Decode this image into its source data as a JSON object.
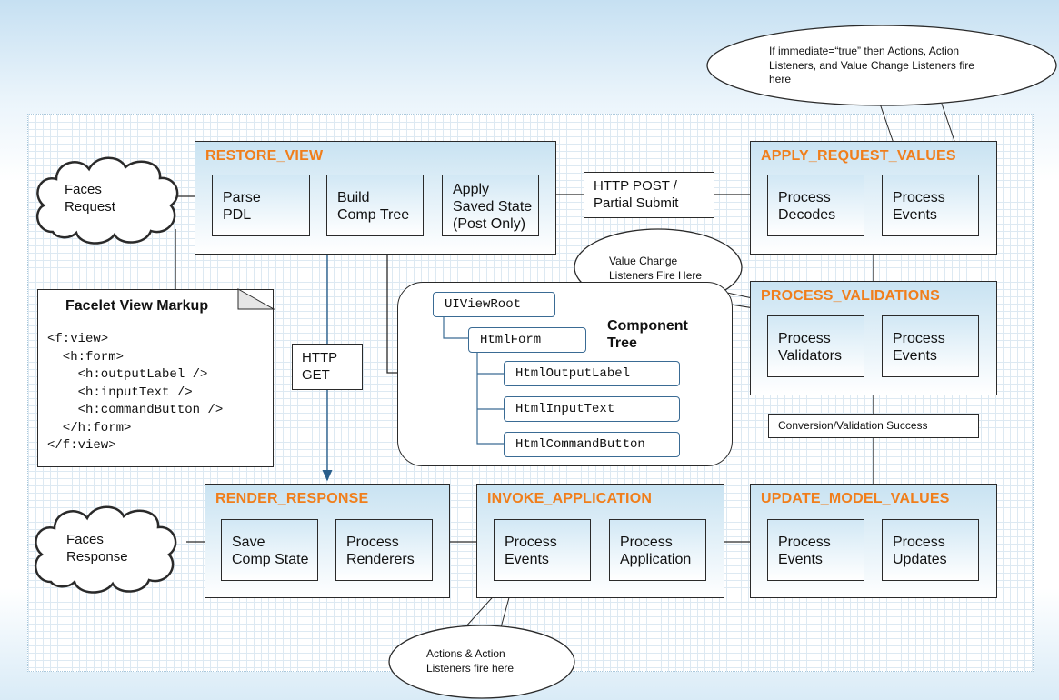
{
  "phases": {
    "restore_view": {
      "title": "RESTORE_VIEW",
      "steps": [
        {
          "lines": [
            "Parse",
            "PDL"
          ]
        },
        {
          "lines": [
            "Build",
            "Comp Tree"
          ]
        },
        {
          "lines": [
            "Apply",
            "Saved State",
            "(Post Only)"
          ]
        }
      ]
    },
    "apply_request_values": {
      "title": "APPLY_REQUEST_VALUES",
      "steps": [
        {
          "lines": [
            "Process",
            "Decodes"
          ]
        },
        {
          "lines": [
            "Process",
            "Events"
          ]
        }
      ]
    },
    "process_validations": {
      "title": "PROCESS_VALIDATIONS",
      "steps": [
        {
          "lines": [
            "Process",
            "Validators"
          ]
        },
        {
          "lines": [
            "Process",
            "Events"
          ]
        }
      ]
    },
    "update_model_values": {
      "title": "UPDATE_MODEL_VALUES",
      "steps": [
        {
          "lines": [
            "Process",
            "Events"
          ]
        },
        {
          "lines": [
            "Process",
            "Updates"
          ]
        }
      ]
    },
    "invoke_application": {
      "title": "INVOKE_APPLICATION",
      "steps": [
        {
          "lines": [
            "Process",
            "Events"
          ]
        },
        {
          "lines": [
            "Process",
            "Application"
          ]
        }
      ]
    },
    "render_response": {
      "title": "RENDER_RESPONSE",
      "steps": [
        {
          "lines": [
            "Save",
            "Comp State"
          ]
        },
        {
          "lines": [
            "Process",
            "Renderers"
          ]
        }
      ]
    }
  },
  "labels": {
    "http_post": [
      "HTTP POST /",
      "Partial Submit"
    ],
    "http_get": [
      "HTTP",
      "GET"
    ],
    "conversion_success": "Conversion/Validation Success"
  },
  "clouds": {
    "request": [
      "Faces",
      "Request"
    ],
    "response": [
      "Faces",
      "Response"
    ]
  },
  "facelet": {
    "title": "Facelet View Markup",
    "code": [
      "<f:view>",
      "  <h:form>",
      "    <h:outputLabel />",
      "    <h:inputText />",
      "    <h:commandButton />",
      "  </h:form>",
      "</f:view>"
    ]
  },
  "component_tree": {
    "title": [
      "Component",
      "Tree"
    ],
    "nodes": [
      "UIViewRoot",
      "HtmlForm",
      "HtmlOutputLabel",
      "HtmlInputText",
      "HtmlCommandButton"
    ]
  },
  "callouts": {
    "immediate": [
      "If immediate=“true” then Actions, Action",
      "Listeners, and Value Change Listeners fire",
      "here"
    ],
    "value_change": [
      "Value Change",
      "Listeners Fire Here"
    ],
    "actions": [
      "Actions & Action",
      "Listeners fire here"
    ]
  },
  "colors": {
    "phase_title": "#f07e1b",
    "phase_fill": "#c9e3f2",
    "outline": "#2a2a2a",
    "tree_connector": "#3a6b94"
  }
}
